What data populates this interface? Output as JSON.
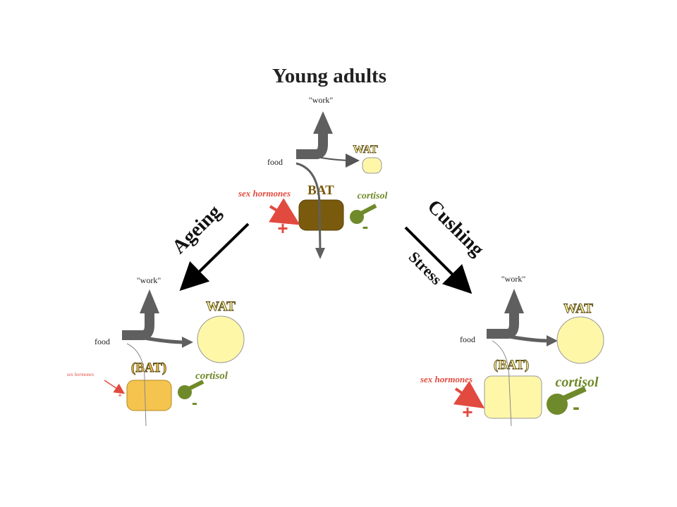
{
  "title": "Young adults",
  "transitions": {
    "left": {
      "label": "Ageing"
    },
    "right": {
      "labels": [
        "Cushing",
        "Stress"
      ]
    }
  },
  "panels": {
    "top": {
      "work_label": "\"work\"",
      "food_label": "food",
      "wat_label": "WAT",
      "bat_label": "BAT",
      "sex_hormones_label": "sex hormones",
      "cortisol_label": "cortisol",
      "plus_sign": "+",
      "minus_sign": "-"
    },
    "left": {
      "work_label": "\"work\"",
      "food_label": "food",
      "wat_label": "WAT",
      "bat_label": "(BAT)",
      "sex_hormones_label": "sex hormones",
      "cortisol_label": "cortisol",
      "plus_sign": "+",
      "minus_sign": "-"
    },
    "right": {
      "work_label": "\"work\"",
      "food_label": "food",
      "wat_label": "WAT",
      "bat_label": "(BAT)",
      "sex_hormones_label": "sex hormones",
      "cortisol_label": "cortisol",
      "plus_sign": "+",
      "minus_sign": "-"
    }
  },
  "colors": {
    "gray_arrow": "#5f5f5f",
    "wat_fill": "#fff7a8",
    "bat_young": "#7a5a0c",
    "bat_ageing": "#f5c44e",
    "bat_cushing": "#fff7a8",
    "sex_hormones": "#e24a3f",
    "cortisol": "#6f8a2a"
  }
}
